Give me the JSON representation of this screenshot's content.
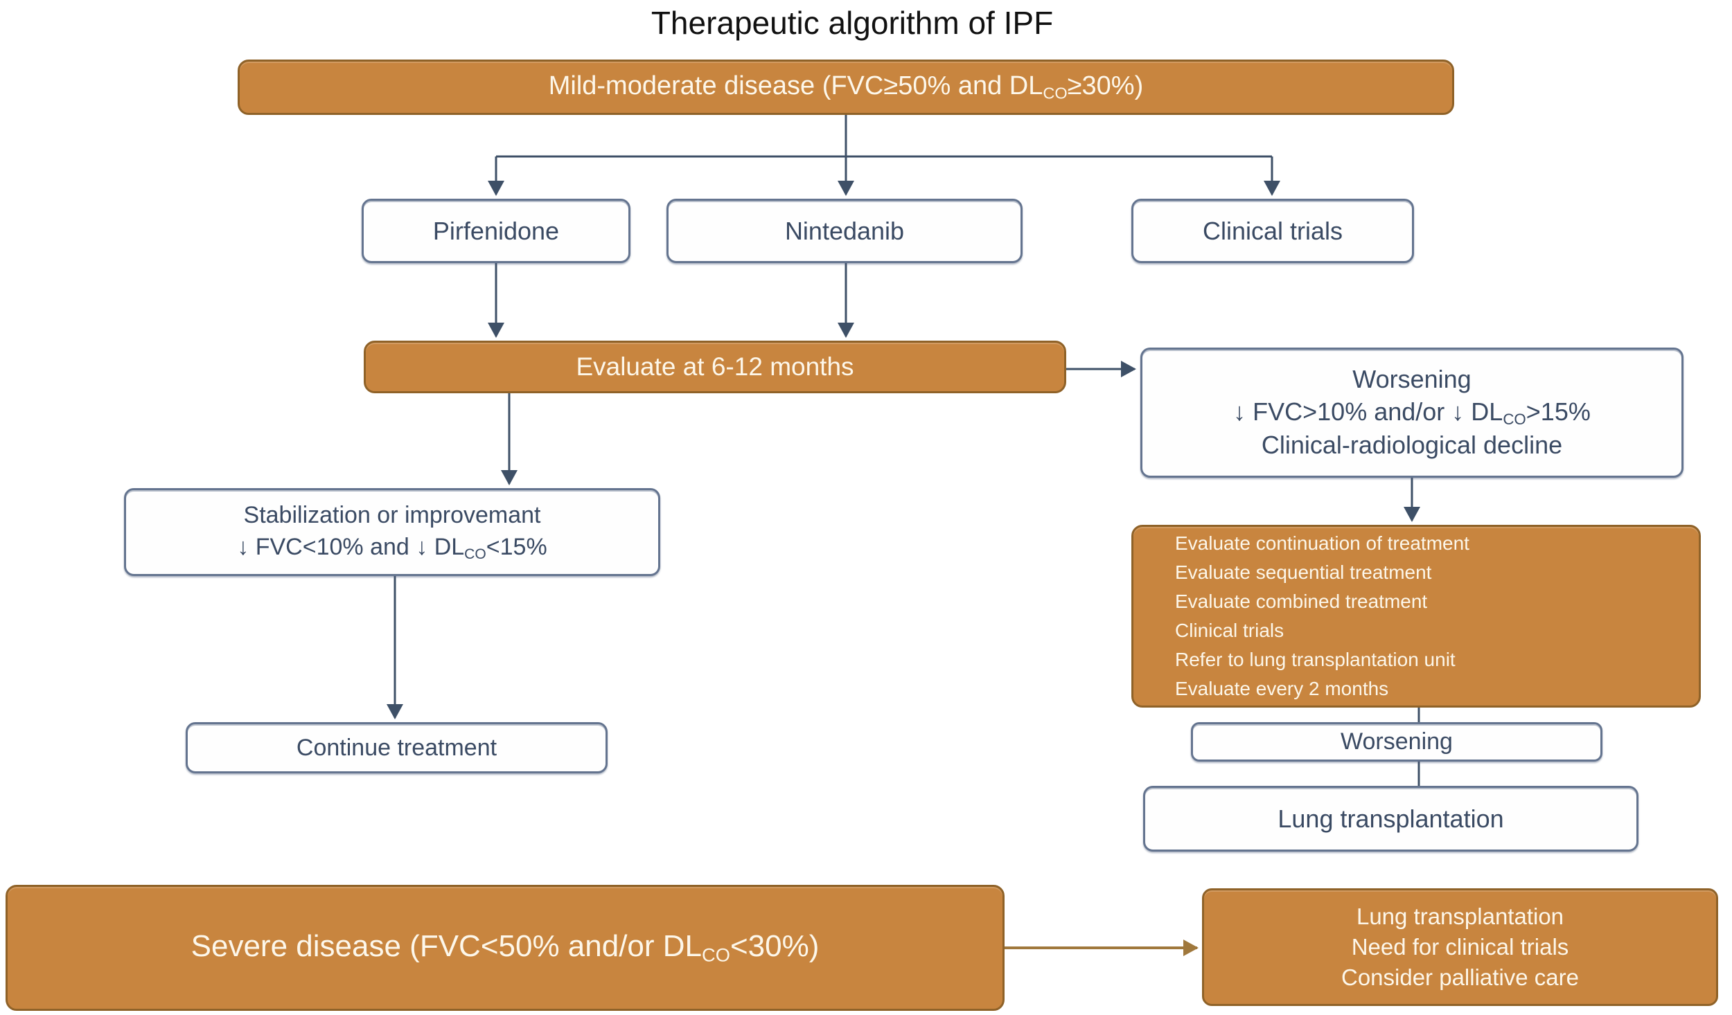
{
  "title": "Therapeutic algorithm of IPF",
  "colors": {
    "orange": "#C8853F",
    "orange-border": "#8F6228",
    "slate": "#3E5067",
    "slate-border": "#64748F",
    "slate-text": "#3A4A63",
    "ivory": "#FDF7EA",
    "brown-arrow": "#A0783C",
    "title-color": "#111111"
  },
  "nodes": {
    "mild": {
      "pre": "Mild-moderate disease (FVC≥50% and DL",
      "sub": "CO",
      "post": "≥30%)"
    },
    "pirfenidone": {
      "label": "Pirfenidone"
    },
    "nintedanib": {
      "label": "Nintedanib"
    },
    "clinical_trials": {
      "label": "Clinical trials"
    },
    "evaluate": {
      "label": "Evaluate at 6-12 months"
    },
    "worsening_criteria": {
      "line1": "Worsening",
      "line2_pre": "↓ FVC>10% and/or ↓ DL",
      "line2_sub": "CO",
      "line2_post": ">15%",
      "line3": "Clinical-radiological decline"
    },
    "stabilization": {
      "line1": "Stabilization or improvemant",
      "line2_pre": "↓ FVC<10% and ↓ DL",
      "line2_sub": "CO",
      "line2_post": "<15%"
    },
    "continue_treatment": {
      "label": "Continue treatment"
    },
    "actions": {
      "lines": [
        "Evaluate continuation of treatment",
        "Evaluate sequential treatment",
        "Evaluate combined treatment",
        "Clinical trials",
        "Refer to lung transplantation unit",
        "Evaluate every 2 months"
      ]
    },
    "worsening": {
      "label": "Worsening"
    },
    "lung_transplantation": {
      "label": "Lung transplantation"
    },
    "severe": {
      "pre": "Severe disease (FVC<50% and/or DL",
      "sub": "CO",
      "post": "<30%)"
    },
    "severe_actions": {
      "lines": [
        "Lung transplantation",
        "Need for clinical trials",
        "Consider palliative care"
      ]
    }
  }
}
